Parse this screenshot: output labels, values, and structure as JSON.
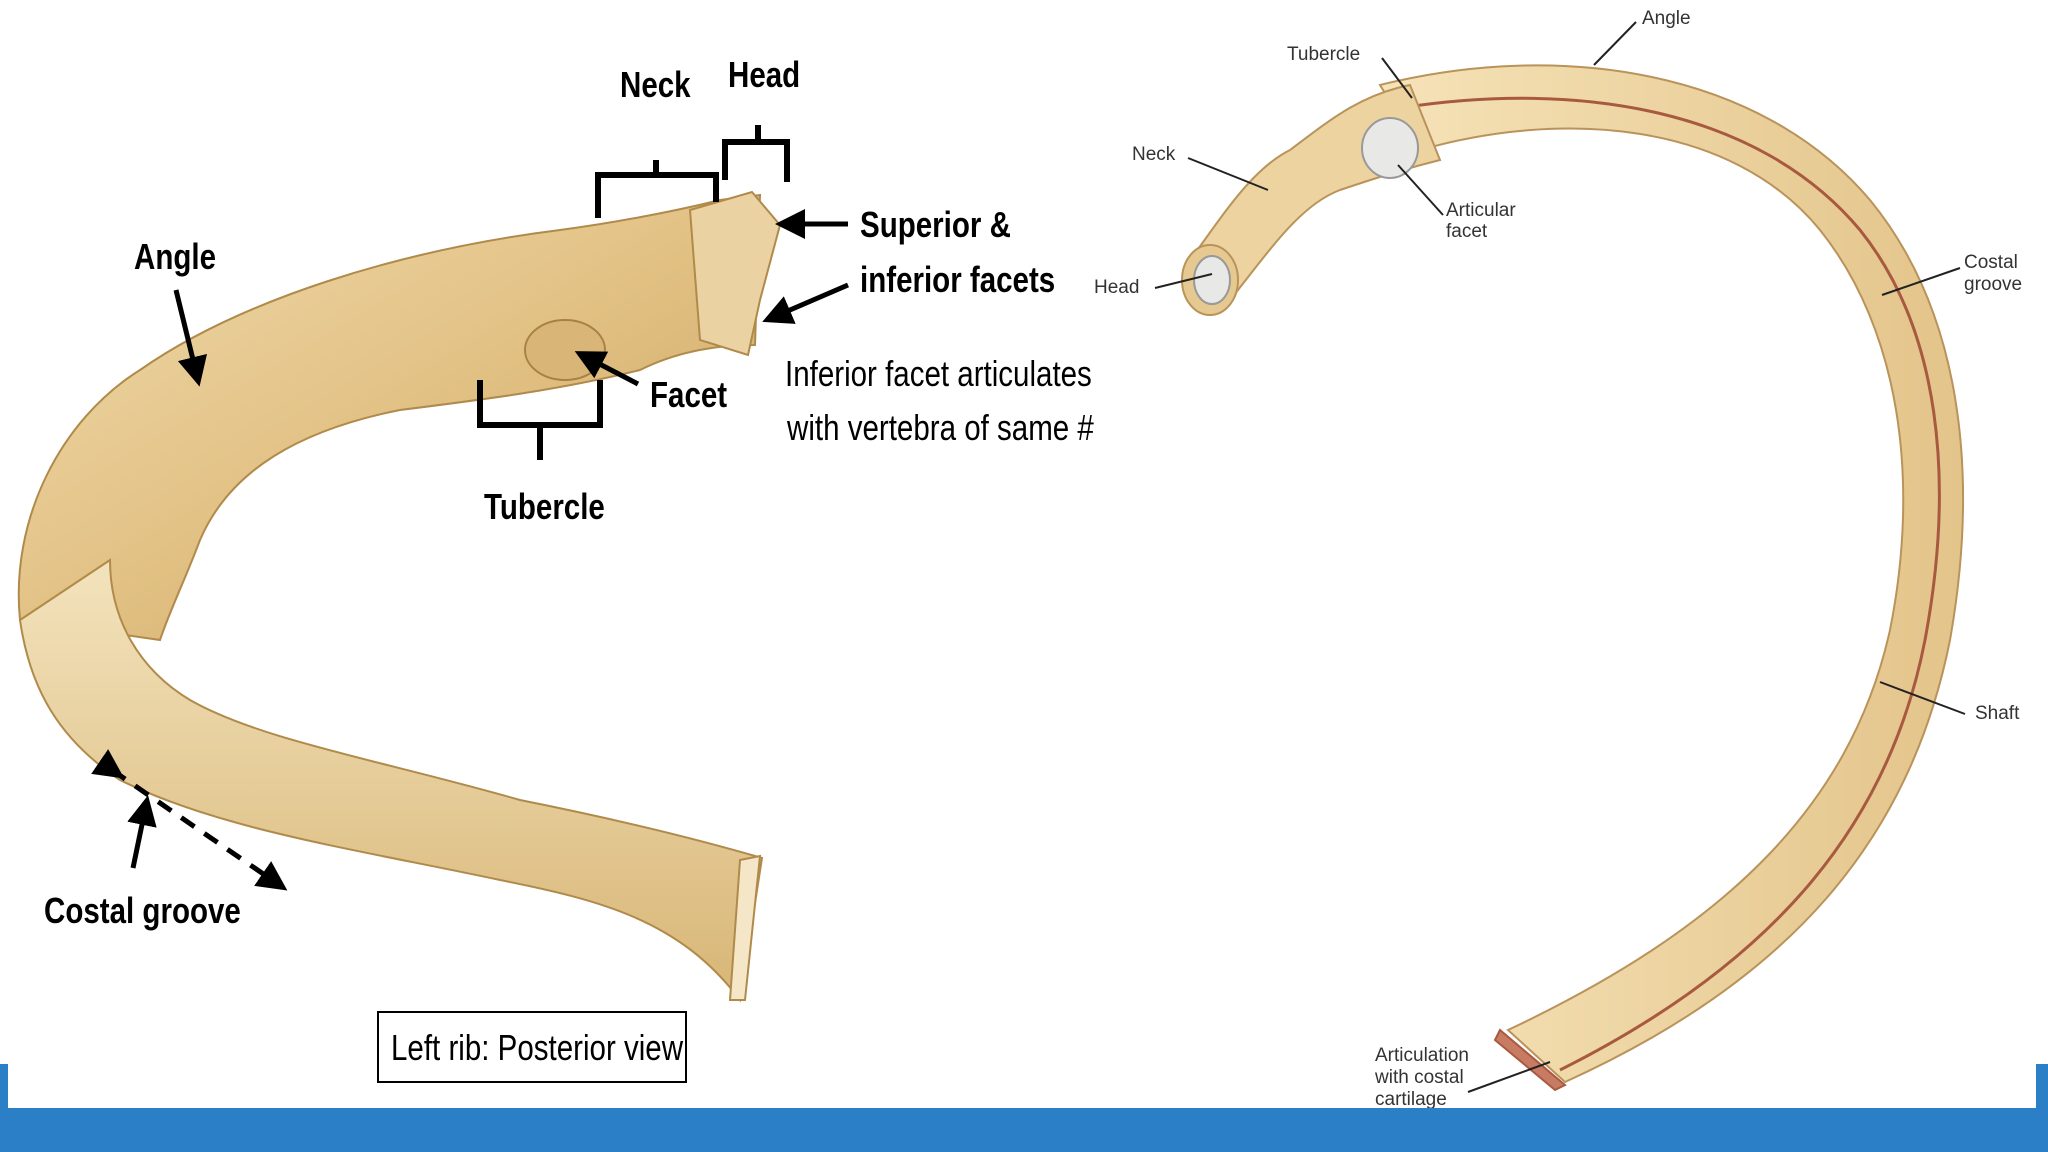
{
  "left_figure": {
    "labels": {
      "neck": "Neck",
      "head": "Head",
      "angle": "Angle",
      "superior_inferior_line1": "Superior &",
      "superior_inferior_line2": "inferior facets",
      "facet": "Facet",
      "tubercle": "Tubercle",
      "costal_groove": "Costal groove"
    },
    "note_line1": "Inferior facet articulates",
    "note_line2": "with vertebra of same #",
    "caption": "Left rib: Posterior view"
  },
  "right_figure": {
    "labels": {
      "angle": "Angle",
      "tubercle": "Tubercle",
      "neck": "Neck",
      "head": "Head",
      "articular_facet_line1": "Articular",
      "articular_facet_line2": "facet",
      "costal_groove_line1": "Costal",
      "costal_groove_line2": "groove",
      "shaft": "Shaft",
      "articulation_line1": "Articulation",
      "articulation_line2": "with costal",
      "articulation_line3": "cartilage"
    }
  },
  "colors": {
    "bone": "#e9c98e",
    "bone_shadow": "#c9a463",
    "accent_bar": "#2a7fc6",
    "arrow": "#000000"
  }
}
